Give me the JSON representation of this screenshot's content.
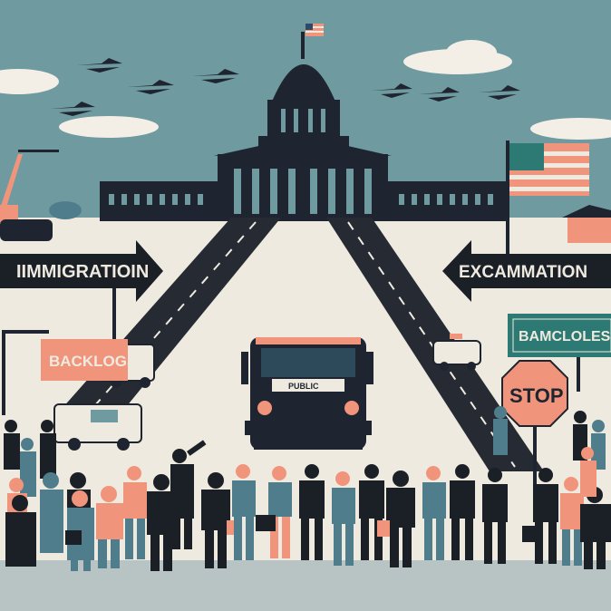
{
  "signs": {
    "left_arrow": "IIMMIGRATIOIN",
    "right_arrow": "EXCAMMATION",
    "backlogs": "BACKLOGS",
    "green_sign": "BAMCLOLES",
    "stop": "STOP",
    "truck": "PUBLIC"
  },
  "colors": {
    "sky": "#6e9aa0",
    "ground": "#efeae0",
    "building": "#1f2530",
    "road": "#262b33",
    "accent_salmon": "#f0957c",
    "sign_green": "#2c7a73",
    "crowd_dark": "#1b1f26",
    "crowd_blue": "#4f7d8c"
  },
  "icons": [
    "us-flag-icon",
    "fighter-jet-icon",
    "stop-sign-icon",
    "arrow-sign-icon"
  ]
}
